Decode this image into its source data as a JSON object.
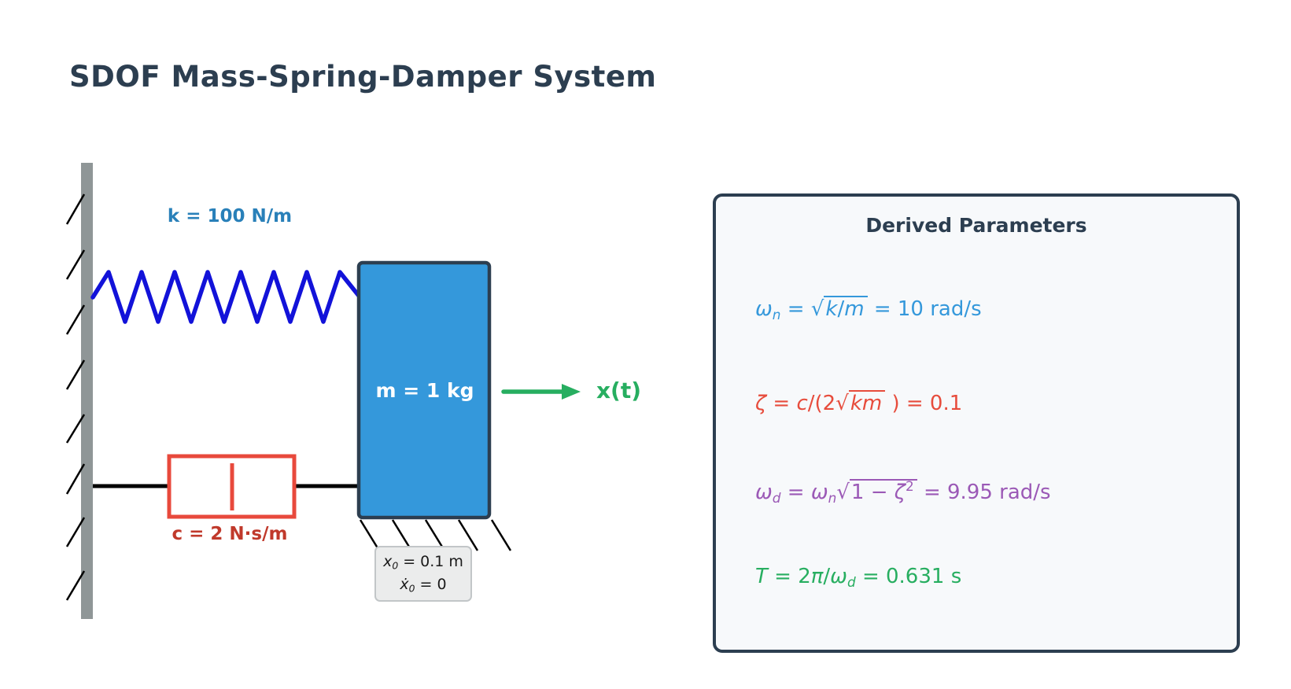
{
  "title": "SDOF Mass-Spring-Damper System",
  "diagram": {
    "spring_label": "k = 100 N/m",
    "damper_label": "c = 2 N·s/m",
    "mass_label": "m = 1 kg",
    "displacement_label": "x(t)",
    "initial_conditions": {
      "lines": [
        [
          {
            "s": "i",
            "v": "x"
          },
          {
            "s": "sub",
            "v": "0"
          },
          {
            "s": "n",
            "v": " = 0.1 m"
          }
        ],
        [
          {
            "s": "i",
            "v": "ẋ"
          },
          {
            "s": "sub",
            "v": "0"
          },
          {
            "s": "n",
            "v": " = 0"
          }
        ]
      ],
      "text": [
        "x₀ = 0.1 m",
        "ẋ₀ = 0"
      ]
    },
    "colors": {
      "wall": "#8f9697",
      "spring": "#1212d9",
      "spring_label": "#2980b9",
      "damper": "#e8493c",
      "damper_label": "#c0392b",
      "mass_fill": "#3498db",
      "mass_border": "#2c3e50",
      "rod": "#000000",
      "arrow": "#27ae60",
      "ic_box_bg": "#ebecec"
    }
  },
  "derived": {
    "title": "Derived Parameters",
    "panel_bg": "#f7f9fb",
    "panel_border": "#2c3e50",
    "items": [
      {
        "name": "natural-frequency",
        "color": "#3498db",
        "text": "ω_n = √(k/m) = 10 rad/s",
        "tokens": [
          {
            "s": "i",
            "v": "ω"
          },
          {
            "s": "sub",
            "v": "n"
          },
          {
            "s": "n",
            "v": " = "
          },
          {
            "s": "sqrt",
            "v": [
              {
                "s": "i",
                "v": "k"
              },
              {
                "s": "n",
                "v": "/"
              },
              {
                "s": "i",
                "v": "m"
              }
            ]
          },
          {
            "s": "n",
            "v": " = 10 rad/s"
          }
        ]
      },
      {
        "name": "damping-ratio",
        "color": "#e74c3c",
        "text": "ζ = c/(2√(km)) = 0.1",
        "tokens": [
          {
            "s": "i",
            "v": "ζ"
          },
          {
            "s": "n",
            "v": " = "
          },
          {
            "s": "i",
            "v": "c"
          },
          {
            "s": "n",
            "v": "/(2"
          },
          {
            "s": "sqrt",
            "v": [
              {
                "s": "i",
                "v": "km"
              }
            ]
          },
          {
            "s": "n",
            "v": " ) = 0.1"
          }
        ]
      },
      {
        "name": "damped-frequency",
        "color": "#9b59b6",
        "text": "ω_d = ω_n √(1 − ζ²) = 9.95 rad/s",
        "tokens": [
          {
            "s": "i",
            "v": "ω"
          },
          {
            "s": "sub",
            "v": "d"
          },
          {
            "s": "n",
            "v": " = "
          },
          {
            "s": "i",
            "v": "ω"
          },
          {
            "s": "sub",
            "v": "n"
          },
          {
            "s": "sqrt",
            "v": [
              {
                "s": "n",
                "v": "1 − "
              },
              {
                "s": "i",
                "v": "ζ"
              },
              {
                "s": "sup",
                "v": "2"
              }
            ]
          },
          {
            "s": "n",
            "v": " = 9.95 rad/s"
          }
        ]
      },
      {
        "name": "period",
        "color": "#27ae60",
        "text": "T = 2π/ω_d = 0.631 s",
        "tokens": [
          {
            "s": "i",
            "v": "T"
          },
          {
            "s": "n",
            "v": " = 2"
          },
          {
            "s": "i",
            "v": "π"
          },
          {
            "s": "n",
            "v": "/"
          },
          {
            "s": "i",
            "v": "ω"
          },
          {
            "s": "sub",
            "v": "d"
          },
          {
            "s": "n",
            "v": " = 0.631 s"
          }
        ]
      }
    ]
  }
}
